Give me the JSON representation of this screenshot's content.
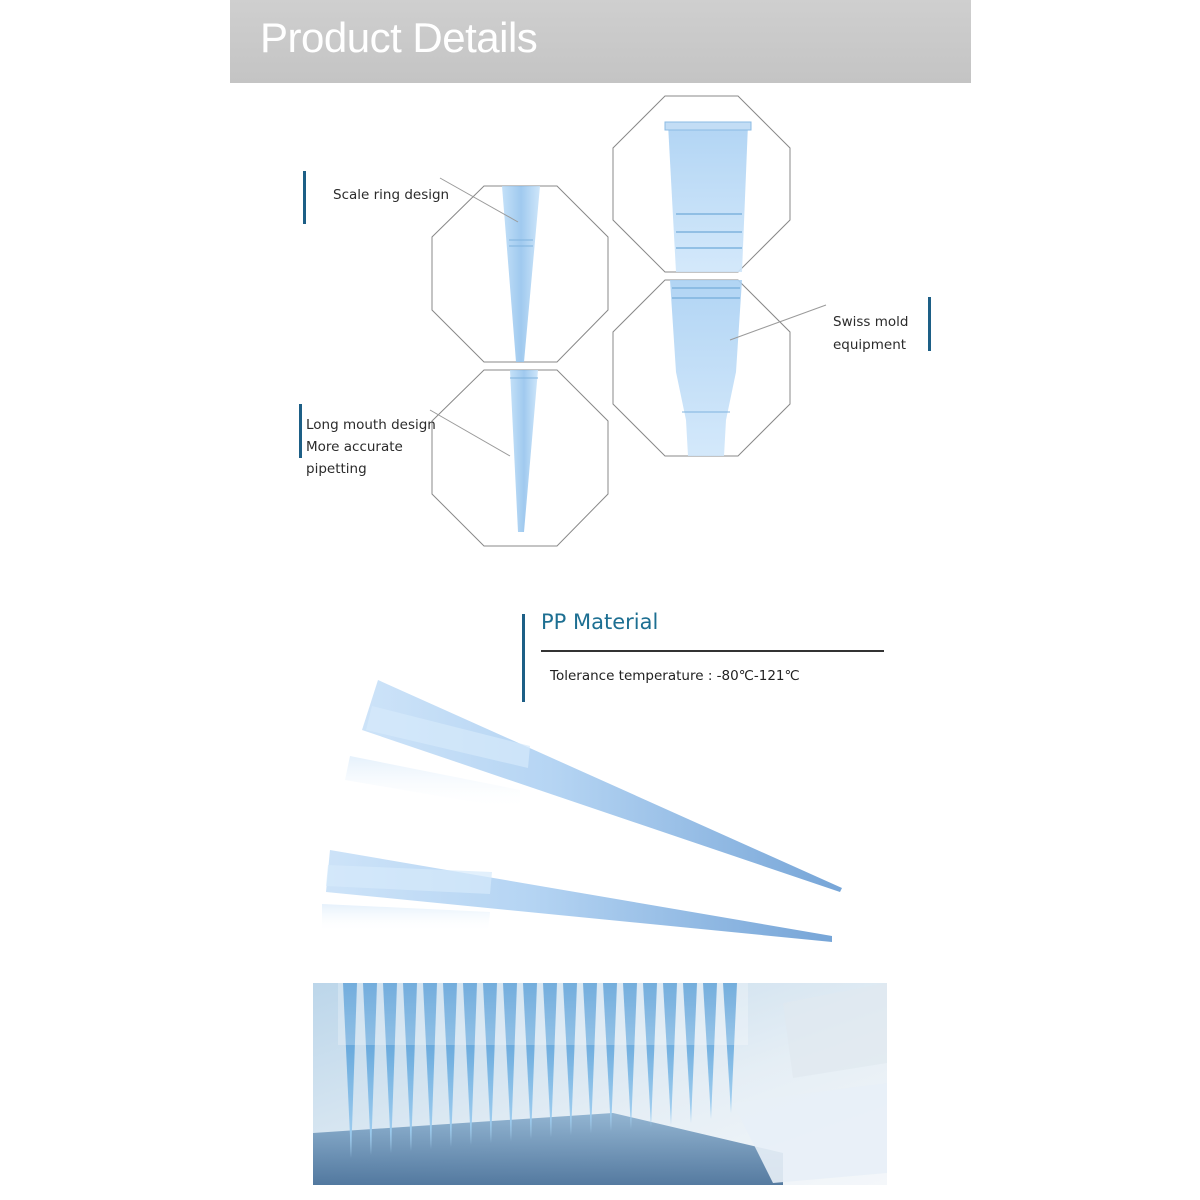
{
  "header": {
    "title": "Product Details"
  },
  "callouts": {
    "scale_ring": "Scale ring design",
    "swiss_mold_line1": "Swiss mold",
    "swiss_mold_line2": "equipment",
    "long_mouth_line1": "Long mouth design",
    "long_mouth_line2": "More accurate",
    "long_mouth_line3": "pipetting"
  },
  "material": {
    "title": "PP Material",
    "tolerance": "Tolerance temperature : -80℃-121℃"
  },
  "colors": {
    "accent_blue": "#1d5f86",
    "title_blue": "#1d6f92",
    "tip_blue": "#9fc8ef",
    "banner_gray": "#c8c8c8"
  }
}
